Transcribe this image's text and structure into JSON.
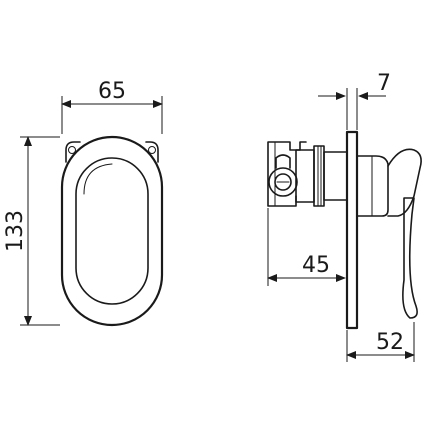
{
  "dimensions": {
    "width_front": "65",
    "height_front": "133",
    "plate_thickness": "7",
    "body_depth": "45",
    "total_depth": "52"
  }
}
